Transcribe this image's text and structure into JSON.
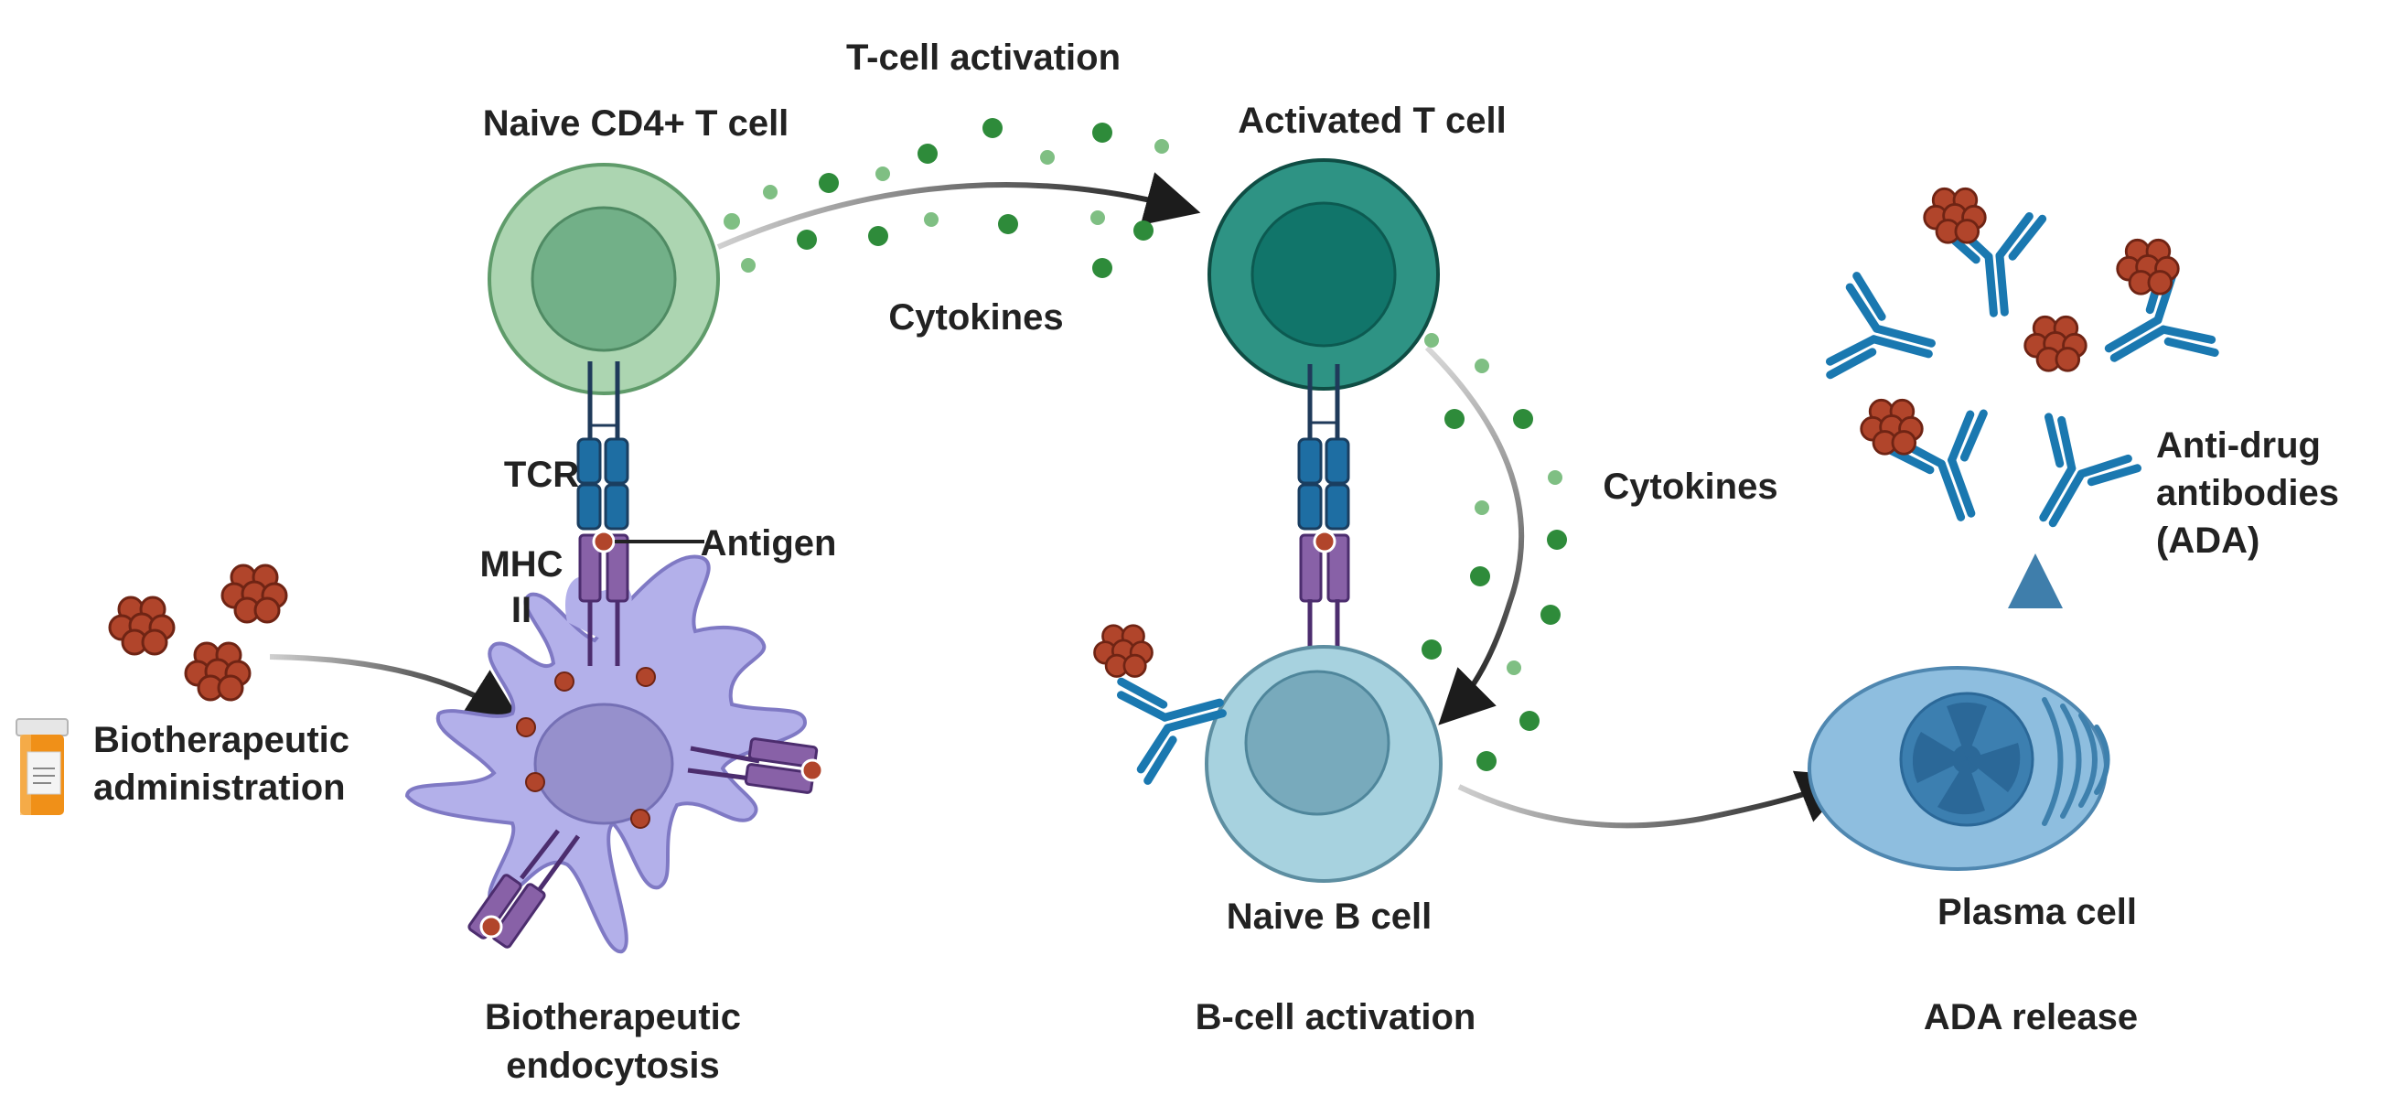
{
  "labels": {
    "naive_cd4_t_cell": "Naive CD4+ T cell",
    "t_cell_activation": "T-cell activation",
    "activated_t_cell": "Activated T cell",
    "cytokines_top": "Cytokines",
    "cytokines_right": "Cytokines",
    "tcr": "TCR",
    "mhc_line1": "MHC",
    "mhc_line2": "II",
    "antigen": "Antigen",
    "biotherapeutic_admin_line1": "Biotherapeutic",
    "biotherapeutic_admin_line2": "administration",
    "naive_b_cell": "Naive B cell",
    "plasma_cell": "Plasma cell",
    "ada_line1": "Anti-drug",
    "ada_line2": "antibodies",
    "ada_line3": "(ADA)",
    "stage_endocytosis_line1": "Biotherapeutic",
    "stage_endocytosis_line2": "endocytosis",
    "stage_b_cell_activation": "B-cell activation",
    "stage_ada_release": "ADA release"
  },
  "colors": {
    "naive_t_cell": "#acd5b1",
    "naive_t_nucleus": "#72b088",
    "activated_t_cell": "#2e9384",
    "activated_t_nucleus": "#11756a",
    "dendritic_cell": "#b3b0ea",
    "dendritic_nucleus": "#9690cc",
    "b_cell": "#a7d2df",
    "b_nucleus": "#78aabc",
    "plasma_cell": "#8ebedf",
    "tcr": "#1e6ea3",
    "mhc": "#8861a7",
    "antibody": "#1a78b0",
    "antigen": "#b1452b",
    "cytokine": "#2e8b3a",
    "pill_bottle": "#f09018"
  },
  "icons": [
    "pill-bottle-icon",
    "antigen-cluster-icon",
    "antibody-icon",
    "cytokine-dot-icon"
  ]
}
